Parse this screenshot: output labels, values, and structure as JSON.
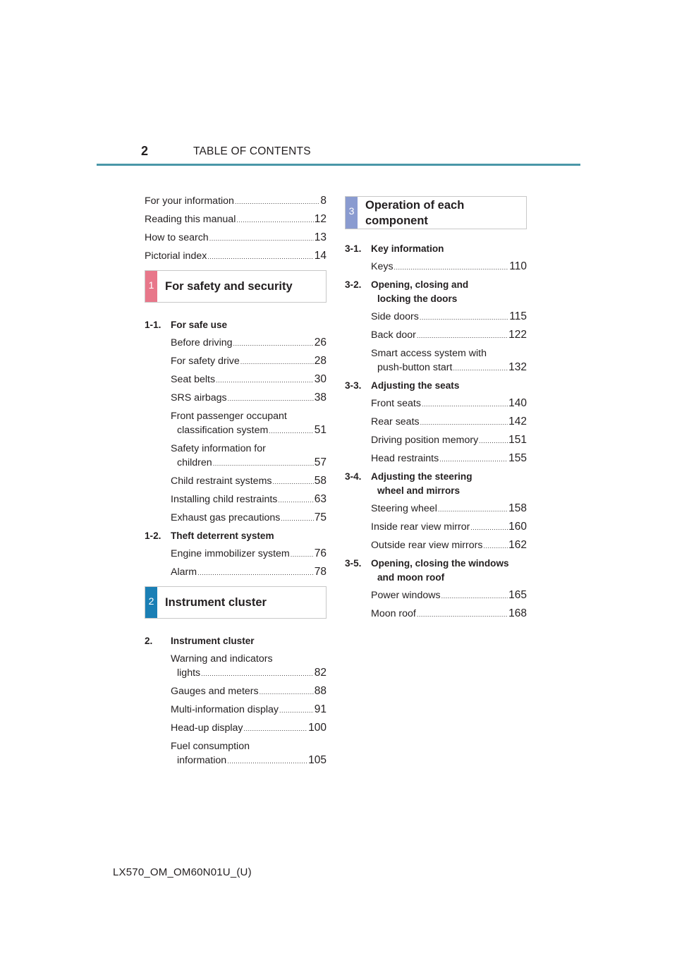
{
  "header": {
    "page_number": "2",
    "title": "TABLE OF CONTENTS"
  },
  "colors": {
    "rule": "#4a97a8",
    "section1": "#e8778a",
    "section2": "#1a7fb5",
    "section3": "#8a9bd0"
  },
  "intro": [
    {
      "title": "For your information",
      "page": "8"
    },
    {
      "title": "Reading this manual",
      "page": "12"
    },
    {
      "title": "How to search",
      "page": "13"
    },
    {
      "title": "Pictorial index",
      "page": "14"
    }
  ],
  "section1": {
    "number": "1",
    "title": "For safety and security",
    "g1": {
      "num": "1-1.",
      "title": "For safe use",
      "e1": {
        "title": "Before driving",
        "page": "26"
      },
      "e2": {
        "title": "For safety drive",
        "page": "28"
      },
      "e3": {
        "title": "Seat belts",
        "page": "30"
      },
      "e4": {
        "title": "SRS airbags",
        "page": "38"
      },
      "e5": {
        "line1": "Front passenger occupant",
        "title": "classification system",
        "page": "51"
      },
      "e6": {
        "line1": "Safety information for",
        "title": "children",
        "page": "57"
      },
      "e7": {
        "title": "Child restraint systems",
        "page": "58"
      },
      "e8": {
        "title": "Installing child restraints",
        "page": "63"
      },
      "e9": {
        "title": "Exhaust gas precautions",
        "page": "75"
      }
    },
    "g2": {
      "num": "1-2.",
      "title": "Theft deterrent system",
      "e1": {
        "title": "Engine immobilizer system",
        "page": "76"
      },
      "e2": {
        "title": "Alarm",
        "page": "78"
      }
    }
  },
  "section2": {
    "number": "2",
    "title": "Instrument cluster",
    "g1": {
      "num": "2.",
      "title": "Instrument cluster",
      "e1": {
        "line1": "Warning and indicators",
        "title": "lights",
        "page": "82"
      },
      "e2": {
        "title": "Gauges and meters",
        "page": "88"
      },
      "e3": {
        "title": "Multi-information display",
        "page": "91"
      },
      "e4": {
        "title": "Head-up display",
        "page": "100"
      },
      "e5": {
        "line1": "Fuel consumption",
        "title": "information",
        "page": "105"
      }
    }
  },
  "section3": {
    "number": "3",
    "title_line1": "Operation of each",
    "title_line2": "component",
    "g1": {
      "num": "3-1.",
      "title": "Key information",
      "e1": {
        "title": "Keys",
        "page": "110"
      }
    },
    "g2": {
      "num": "3-2.",
      "title_line1": "Opening, closing and",
      "title_line2": "locking the doors",
      "e1": {
        "title": "Side doors",
        "page": "115"
      },
      "e2": {
        "title": "Back door",
        "page": "122"
      },
      "e3": {
        "line1": "Smart access system with",
        "title": "push-button start",
        "page": "132"
      }
    },
    "g3": {
      "num": "3-3.",
      "title": "Adjusting the seats",
      "e1": {
        "title": "Front seats",
        "page": "140"
      },
      "e2": {
        "title": "Rear seats",
        "page": "142"
      },
      "e3": {
        "title": "Driving position memory",
        "page": "151"
      },
      "e4": {
        "title": "Head restraints",
        "page": "155"
      }
    },
    "g4": {
      "num": "3-4.",
      "title_line1": "Adjusting the steering",
      "title_line2": "wheel and mirrors",
      "e1": {
        "title": "Steering wheel",
        "page": "158"
      },
      "e2": {
        "title": "Inside rear view mirror",
        "page": "160"
      },
      "e3": {
        "title": "Outside rear view mirrors",
        "page": "162"
      }
    },
    "g5": {
      "num": "3-5.",
      "title_line1": "Opening, closing the windows",
      "title_line2": "and moon roof",
      "e1": {
        "title": "Power windows",
        "page": "165"
      },
      "e2": {
        "title": "Moon roof",
        "page": "168"
      }
    }
  },
  "footer": {
    "code": "LX570_OM_OM60N01U_(U)"
  }
}
